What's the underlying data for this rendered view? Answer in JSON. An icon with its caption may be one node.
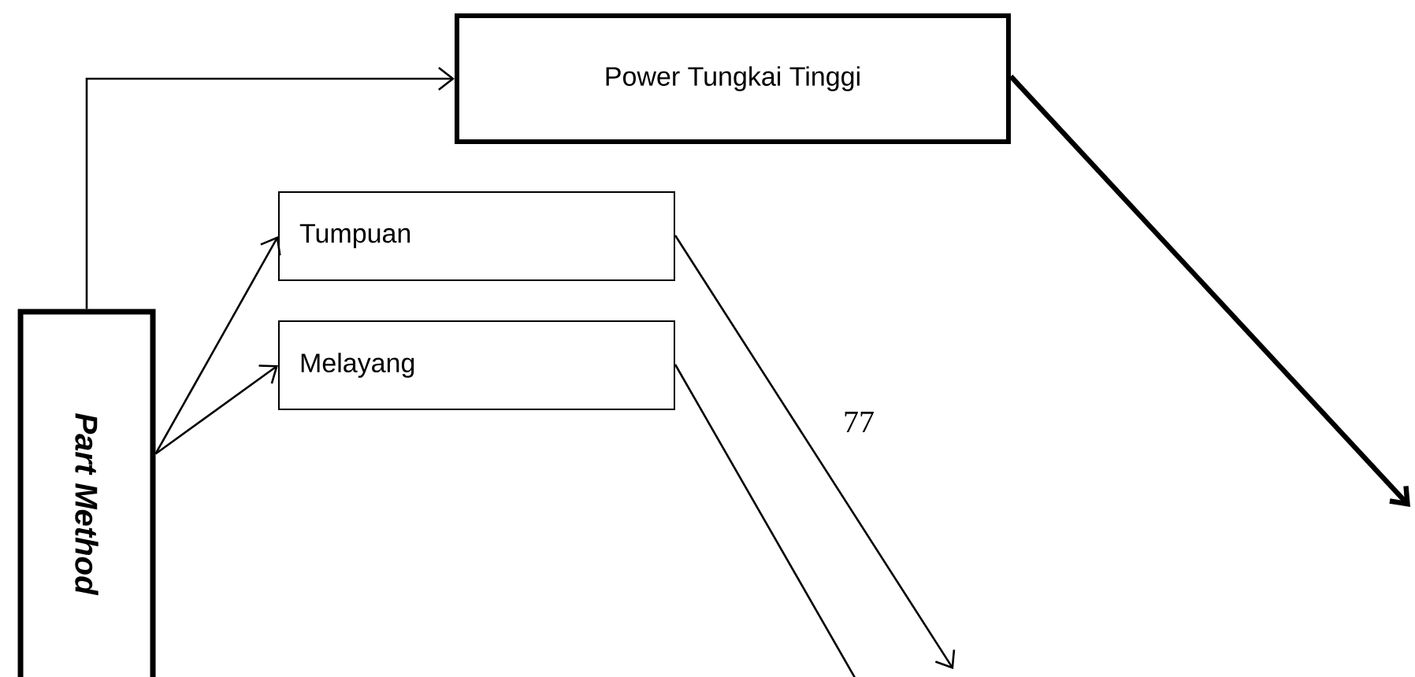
{
  "diagram": {
    "nodes": [
      {
        "text": [
          "Power Tungkai Tinggi"
        ]
      },
      {
        "text": [
          "Part Method"
        ]
      },
      {
        "text": [
          "Tumpuan"
        ]
      },
      {
        "text": [
          "Melayang"
        ]
      }
    ],
    "edges": [
      {
        "from": 1,
        "to": 0,
        "arrow": "to"
      },
      {
        "from": 1,
        "to": 2,
        "arrow": "to"
      },
      {
        "from": 1,
        "to": 3,
        "arrow": "to"
      },
      {
        "from": 2,
        "to": null,
        "arrow": "to"
      },
      {
        "from": 3,
        "to": null,
        "arrow": "none"
      },
      {
        "from": 0,
        "to": null,
        "arrow": "to",
        "style": "thick"
      }
    ],
    "labels": [
      "77"
    ]
  }
}
